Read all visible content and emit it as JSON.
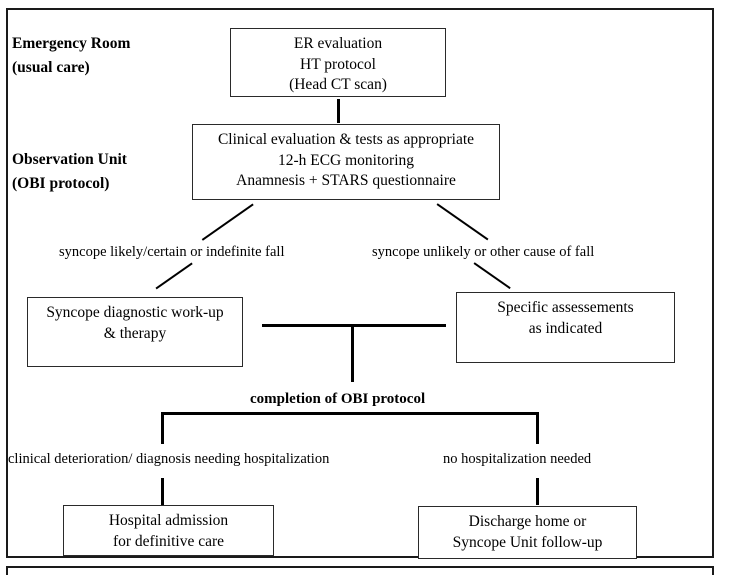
{
  "diagram": {
    "title": "OBI protocol flowchart",
    "stage_labels": [
      {
        "id": "emergency-room",
        "line1": "Emergency Room",
        "line2": "(usual care)"
      },
      {
        "id": "observation-unit",
        "line1": "Observation Unit",
        "line2": "(OBI protocol)"
      }
    ],
    "boxes": [
      {
        "id": "er-evaluation",
        "lines": [
          "ER evaluation",
          "HT protocol",
          "(Head CT scan)"
        ]
      },
      {
        "id": "clinical-evaluation",
        "lines": [
          "Clinical evaluation & tests as appropriate",
          "12-h ECG monitoring",
          "Anamnesis + STARS questionnaire"
        ]
      },
      {
        "id": "syncope-workup",
        "lines": [
          "Syncope diagnostic work-up",
          "& therapy"
        ]
      },
      {
        "id": "specific-assessments",
        "lines": [
          "Specific assessements",
          "as indicated"
        ]
      },
      {
        "id": "hospital-admission",
        "lines": [
          "Hospital admission",
          "for definitive care"
        ]
      },
      {
        "id": "discharge-home",
        "lines": [
          "Discharge home or",
          "Syncope Unit follow-up"
        ]
      }
    ],
    "branch_labels": {
      "left_upper": "syncope likely/certain or  indefinite fall",
      "right_upper": "syncope unlikely or other cause of fall",
      "middle": "completion of OBI protocol",
      "left_lower": "clinical deterioration/ diagnosis needing hospitalization",
      "right_lower": "no hospitalization needed"
    },
    "colors": {
      "line": "#000000",
      "box_border": "#2a2a2a",
      "frame": "#1a1a1a",
      "text": "#000000",
      "background": "#ffffff"
    }
  }
}
